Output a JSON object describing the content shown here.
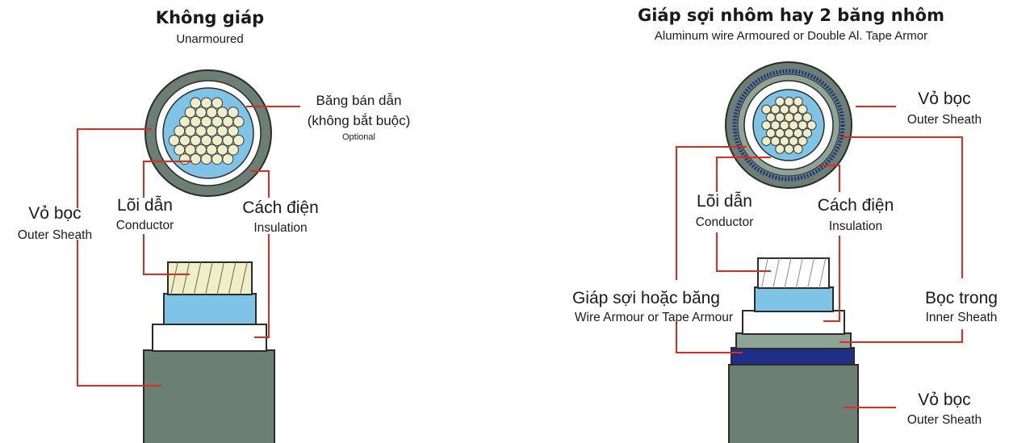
{
  "left": {
    "title": "Không giáp",
    "subtitle": "Unarmoured",
    "semi_tape": {
      "vi_line1": "Băng bán dẫn",
      "vi_line2": "(không bắt buộc)",
      "en": "Optional"
    },
    "sheath": {
      "vi": "Vỏ bọc",
      "en": "Outer Sheath"
    },
    "conductor": {
      "vi": "Lõi dẫn",
      "en": "Conductor"
    },
    "insulation": {
      "vi": "Cách điện",
      "en": "Insulation"
    }
  },
  "right": {
    "title": "Giáp sợi nhôm hay 2 băng nhôm",
    "subtitle": "Aluminum wire Armoured or Double Al. Tape Armor",
    "sheath_top": {
      "vi": "Vỏ bọc",
      "en": "Outer Sheath"
    },
    "conductor": {
      "vi": "Lõi dẫn",
      "en": "Conductor"
    },
    "insulation": {
      "vi": "Cách điện",
      "en": "Insulation"
    },
    "armour": {
      "vi": "Giáp sợi hoặc băng",
      "en": "Wire Armour or Tape Armour"
    },
    "inner": {
      "vi": "Bọc trong",
      "en": "Inner Sheath"
    },
    "sheath_bottom": {
      "vi": "Vỏ bọc",
      "en": "Outer Sheath"
    }
  },
  "colors": {
    "sheath": "#6c7f74",
    "insulation": "#ffffff",
    "semi_tape": "#7fc3e6",
    "conductor": "#f0eec8",
    "armour": "#1f2f88",
    "inner_sheath": "#8da496",
    "leader": "#e02a1c"
  }
}
